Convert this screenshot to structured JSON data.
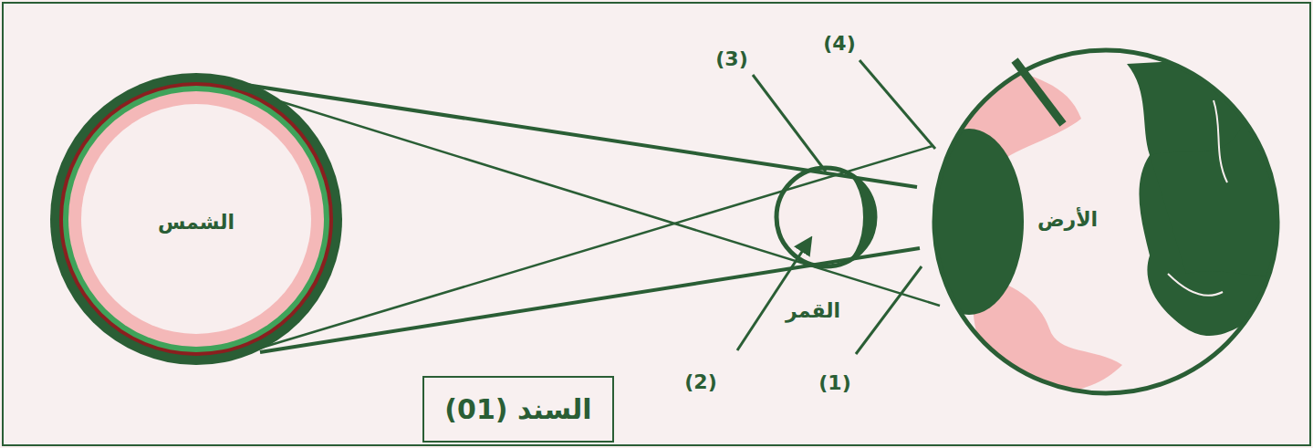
{
  "diagram": {
    "nodes": [
      {
        "text": [
          "الشمس"
        ]
      },
      {
        "text": [
          "القمر"
        ]
      },
      {
        "text": [
          "الأرض"
        ]
      },
      {
        "text": [
          "السند (01)"
        ]
      }
    ],
    "labels": [
      "(3)",
      "(4)",
      "(2)",
      "(1)"
    ]
  }
}
